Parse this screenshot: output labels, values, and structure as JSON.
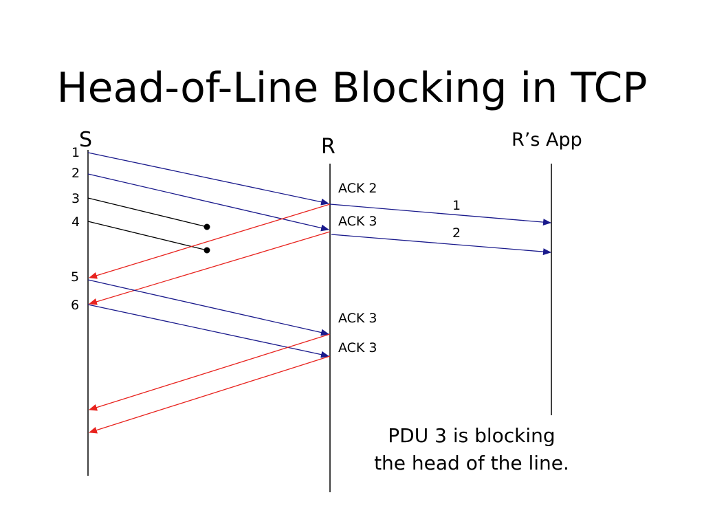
{
  "title": "Head-of-Line Blocking in TCP",
  "nodes": {
    "sender": "S",
    "receiver": "R",
    "app": "R’s App"
  },
  "sender_packets": [
    "1",
    "2",
    "3",
    "4",
    "5",
    "6"
  ],
  "acks": [
    "ACK 2",
    "ACK 3",
    "ACK 3",
    "ACK 3"
  ],
  "delivered": [
    "1",
    "2"
  ],
  "caption": {
    "line1": "PDU 3 is blocking",
    "line2": "the head of the line."
  },
  "colors": {
    "data": "#1a1a8c",
    "lost": "#000000",
    "ack": "#e8231e",
    "timeline": "#000000"
  }
}
